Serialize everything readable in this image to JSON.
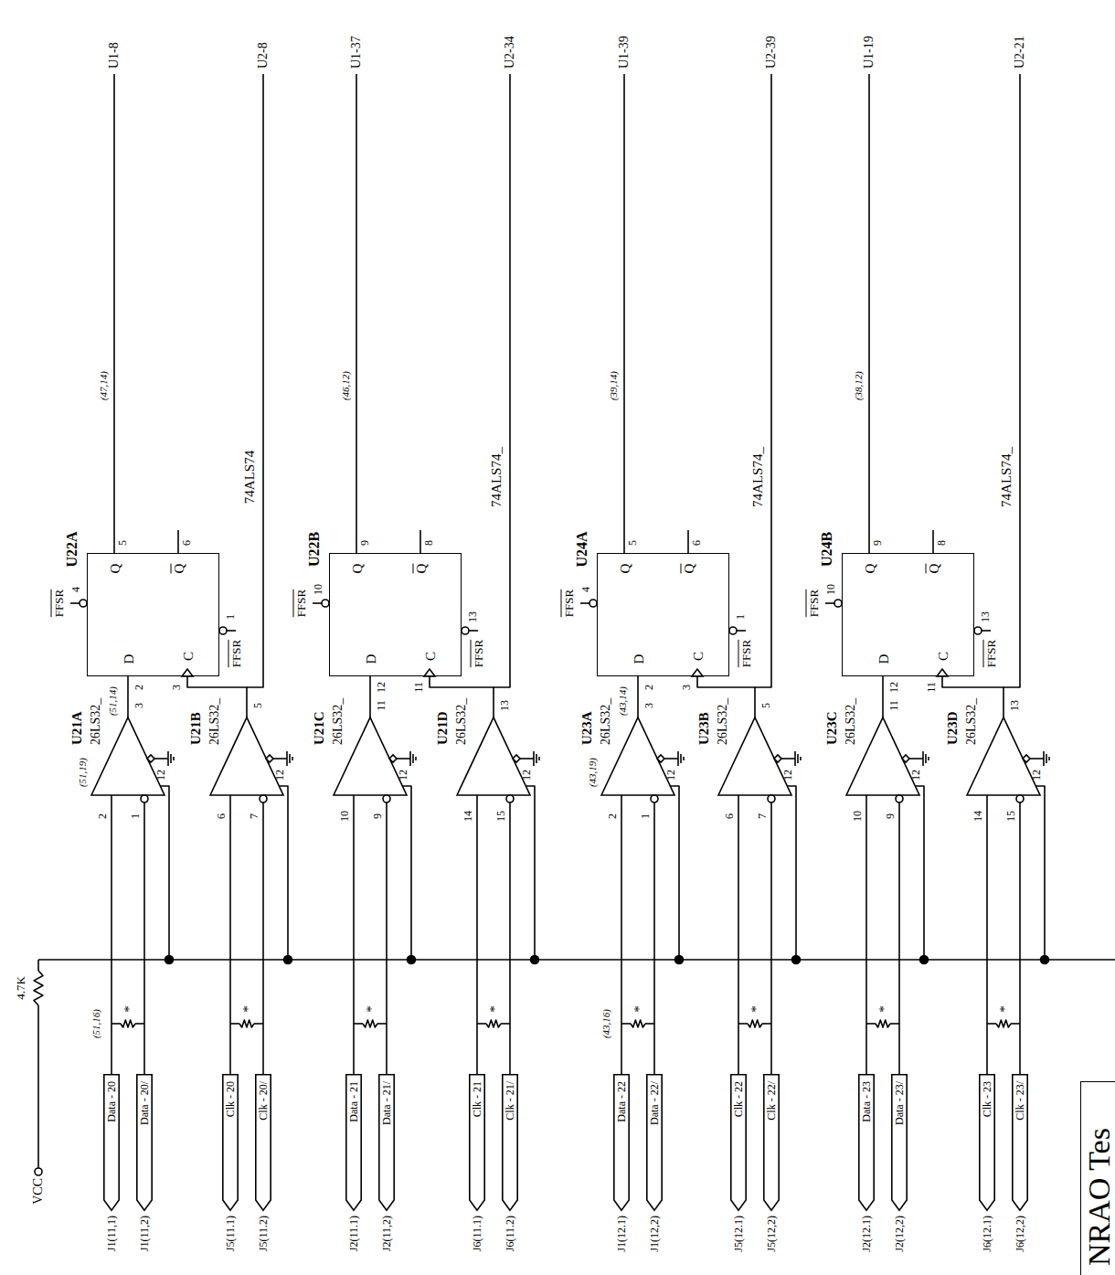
{
  "diagram": {
    "nodes": [
      {
        "text": [
          "Data - 20"
        ]
      },
      {
        "text": [
          "Data - 20/"
        ]
      },
      {
        "text": [
          "Clk - 20"
        ]
      },
      {
        "text": [
          "Clk - 20/"
        ]
      },
      {
        "text": [
          "Data - 21"
        ]
      },
      {
        "text": [
          "Data - 21/"
        ]
      },
      {
        "text": [
          "Clk - 21"
        ]
      },
      {
        "text": [
          "Clk - 21/"
        ]
      },
      {
        "text": [
          "Data - 22"
        ]
      },
      {
        "text": [
          "Data - 22/"
        ]
      },
      {
        "text": [
          "Clk - 22"
        ]
      },
      {
        "text": [
          "Clk - 22/"
        ]
      },
      {
        "text": [
          "Data - 23"
        ]
      },
      {
        "text": [
          "Data - 23/"
        ]
      },
      {
        "text": [
          "Clk - 23"
        ]
      },
      {
        "text": [
          "Clk - 23/"
        ]
      },
      {
        "text": [
          "U21A",
          "26LS32_"
        ]
      },
      {
        "text": [
          "U21B",
          "26LS32_"
        ]
      },
      {
        "text": [
          "U21C",
          "26LS32_"
        ]
      },
      {
        "text": [
          "U21D",
          "26LS32_"
        ]
      },
      {
        "text": [
          "U23A",
          "26LS32_"
        ]
      },
      {
        "text": [
          "U23B",
          "26LS32_"
        ]
      },
      {
        "text": [
          "U23C",
          "26LS32_"
        ]
      },
      {
        "text": [
          "U23D",
          "26LS32_"
        ]
      },
      {
        "text": [
          "U22A",
          "D",
          "Q",
          "Q",
          "C",
          "74ALS74"
        ]
      },
      {
        "text": [
          "U22B",
          "D",
          "Q",
          "Q",
          "C",
          "74ALS74_"
        ]
      },
      {
        "text": [
          "U24A",
          "D",
          "Q",
          "Q",
          "C",
          "74ALS74_"
        ]
      },
      {
        "text": [
          "U24B",
          "D",
          "Q",
          "Q",
          "C",
          "74ALS74_"
        ]
      },
      {
        "text": [
          "NRAO Tes"
        ]
      }
    ],
    "edges": [
      {
        "from": 0,
        "to": 16,
        "arrow": "none"
      },
      {
        "from": 1,
        "to": 16,
        "arrow": "none"
      },
      {
        "from": 2,
        "to": 17,
        "arrow": "none"
      },
      {
        "from": 3,
        "to": 17,
        "arrow": "none"
      },
      {
        "from": 4,
        "to": 18,
        "arrow": "none"
      },
      {
        "from": 5,
        "to": 18,
        "arrow": "none"
      },
      {
        "from": 6,
        "to": 19,
        "arrow": "none"
      },
      {
        "from": 7,
        "to": 19,
        "arrow": "none"
      },
      {
        "from": 8,
        "to": 20,
        "arrow": "none"
      },
      {
        "from": 9,
        "to": 20,
        "arrow": "none"
      },
      {
        "from": 10,
        "to": 21,
        "arrow": "none"
      },
      {
        "from": 11,
        "to": 21,
        "arrow": "none"
      },
      {
        "from": 12,
        "to": 22,
        "arrow": "none"
      },
      {
        "from": 13,
        "to": 22,
        "arrow": "none"
      },
      {
        "from": 14,
        "to": 23,
        "arrow": "none"
      },
      {
        "from": 15,
        "to": 23,
        "arrow": "none"
      },
      {
        "from": 16,
        "to": 24,
        "arrow": "none"
      },
      {
        "from": 17,
        "to": 24,
        "arrow": "none"
      },
      {
        "from": 18,
        "to": 25,
        "arrow": "none"
      },
      {
        "from": 19,
        "to": 25,
        "arrow": "none"
      },
      {
        "from": 20,
        "to": 26,
        "arrow": "none"
      },
      {
        "from": 21,
        "to": 26,
        "arrow": "none"
      },
      {
        "from": 22,
        "to": 27,
        "arrow": "none"
      },
      {
        "from": 23,
        "to": 27,
        "arrow": "none"
      }
    ],
    "labels": [
      "J1(11,1)",
      "J1(11,2)",
      "J5(11.1)",
      "J5(11.2)",
      "J2(11.1)",
      "J2(11,2)",
      "J6(11.1)",
      "J6(11.2)",
      "J1(12.1)",
      "J1(12,2)",
      "J5(12.1)",
      "J5(12,2)",
      "J2(12.1)",
      "J2(12,2)",
      "J6(12.1)",
      "J6(12,2)",
      "*",
      "*",
      "*",
      "*",
      "*",
      "*",
      "*",
      "*",
      "2",
      "1",
      "3",
      "12",
      "6",
      "7",
      "5",
      "12",
      "10",
      "9",
      "11",
      "12",
      "14",
      "15",
      "13",
      "12",
      "2",
      "1",
      "3",
      "12",
      "6",
      "7",
      "5",
      "12",
      "10",
      "9",
      "11",
      "12",
      "14",
      "15",
      "13",
      "12",
      "4",
      "FFSR",
      "1",
      "FFSR",
      "5",
      "6",
      "2",
      "3",
      "10",
      "FFSR",
      "13",
      "FFSR",
      "9",
      "8",
      "12",
      "11",
      "4",
      "FFSR",
      "1",
      "FFSR",
      "5",
      "6",
      "2",
      "3",
      "10",
      "FFSR",
      "13",
      "FFSR",
      "9",
      "8",
      "12",
      "11",
      "U1-8",
      "U2-8",
      "U1-37",
      "U2-34",
      "U1-39",
      "U2-39",
      "U1-19",
      "U2-21",
      "(47,14)",
      "(51,14)",
      "(51,19)",
      "(51,16)",
      "(46,12)",
      "(39,14)",
      "(43,14)",
      "(43,19)",
      "(43,16)",
      "(38,12)",
      "VCC",
      "4.7K"
    ]
  }
}
